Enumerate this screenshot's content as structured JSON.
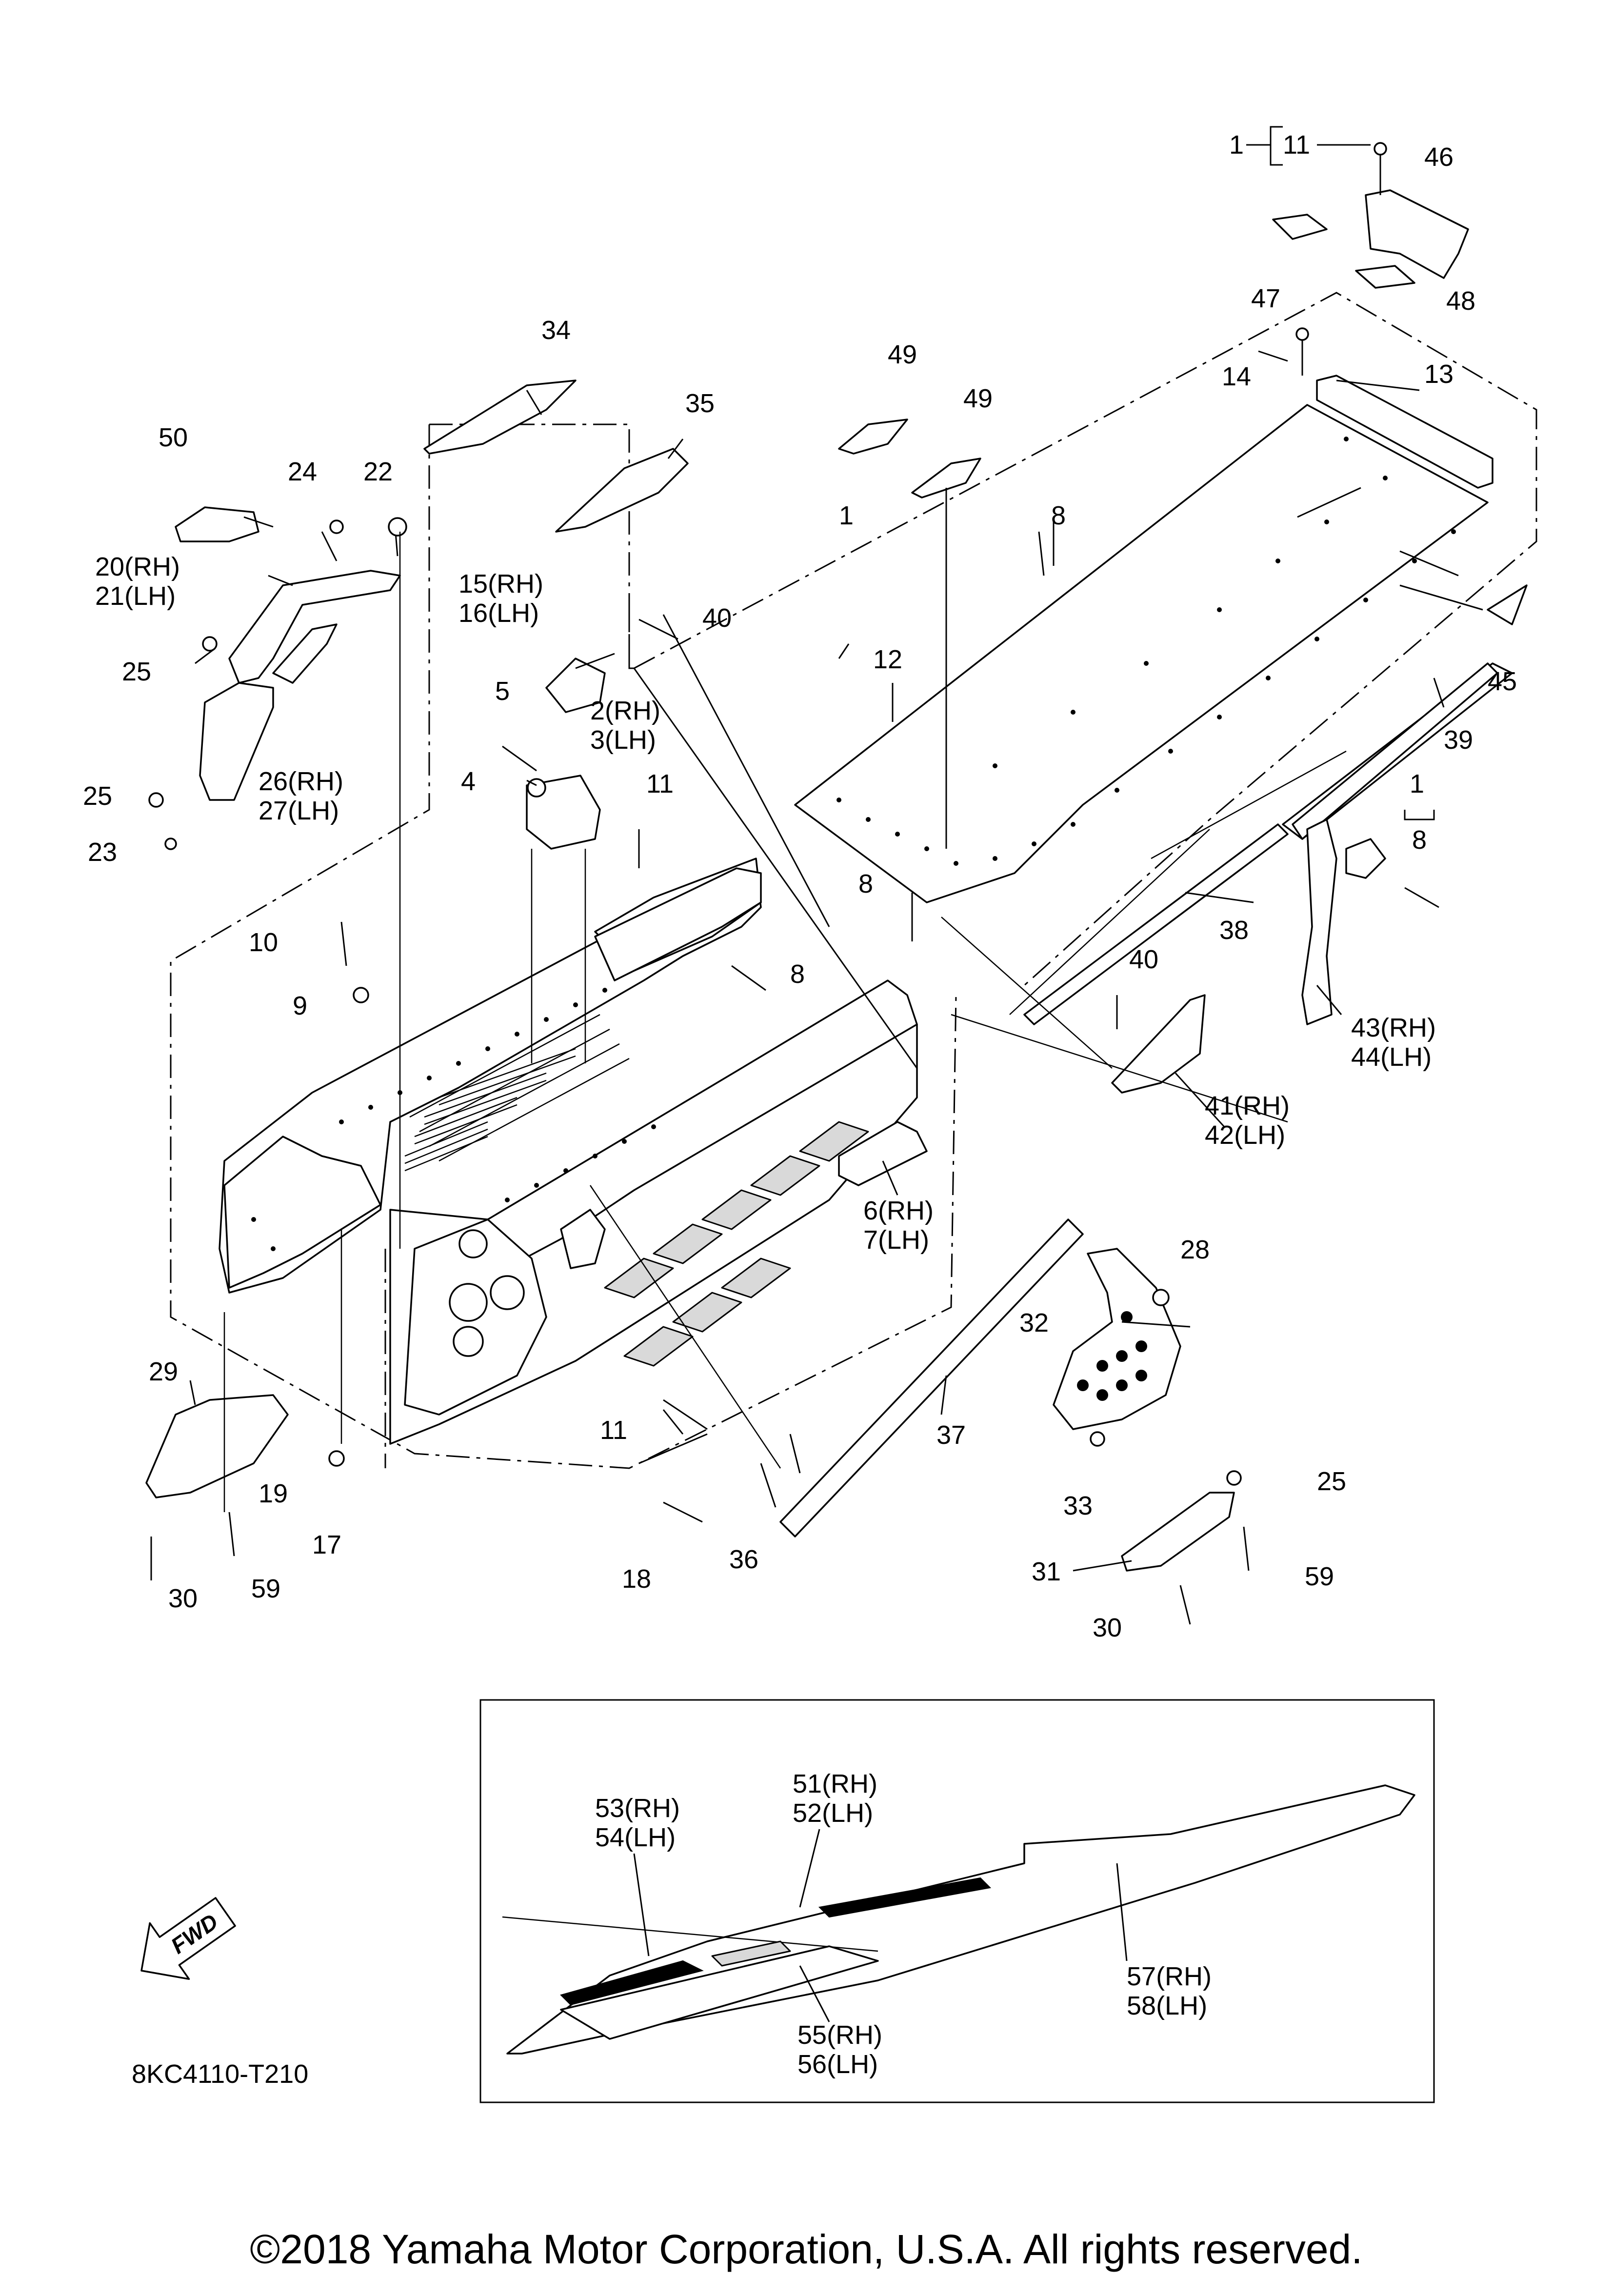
{
  "diagram": {
    "drawing_code": "8KC4110-T210",
    "copyright": "©2018 Yamaha Motor Corporation, U.S.A. All rights reserved.",
    "fwd_label": "FWD",
    "group_bracket": {
      "main": "1",
      "sub_top": "11",
      "sub_bottom": "8"
    },
    "callouts": {
      "c1": "1",
      "c1b": "1",
      "c2": "2(RH)",
      "c3": "3(LH)",
      "c4": "4",
      "c5": "5",
      "c6": "6(RH)",
      "c7": "7(LH)",
      "c8a": "8",
      "c8b": "8",
      "c8c": "8",
      "c9": "9",
      "c10": "10",
      "c11a": "11",
      "c11b": "11",
      "c12": "12",
      "c13": "13",
      "c14": "14",
      "c15": "15(RH)",
      "c16": "16(LH)",
      "c17": "17",
      "c18": "18",
      "c19": "19",
      "c20": "20(RH)",
      "c21": "21(LH)",
      "c22": "22",
      "c23": "23",
      "c24": "24",
      "c25a": "25",
      "c25b": "25",
      "c25c": "25",
      "c26": "26(RH)",
      "c27": "27(LH)",
      "c28": "28",
      "c29": "29",
      "c30a": "30",
      "c30b": "30",
      "c31": "31",
      "c32": "32",
      "c33": "33",
      "c34": "34",
      "c35": "35",
      "c36": "36",
      "c37": "37",
      "c38": "38",
      "c39": "39",
      "c40a": "40",
      "c40b": "40",
      "c41": "41(RH)",
      "c42": "42(LH)",
      "c43": "43(RH)",
      "c44": "44(LH)",
      "c45": "45",
      "c46": "46",
      "c47": "47",
      "c48": "48",
      "c49a": "49",
      "c49b": "49",
      "c50": "50",
      "c51": "51(RH)",
      "c52": "52(LH)",
      "c53": "53(RH)",
      "c54": "54(LH)",
      "c55": "55(RH)",
      "c56": "56(LH)",
      "c57": "57(RH)",
      "c58": "58(LH)",
      "c59a": "59",
      "c59b": "59"
    }
  }
}
